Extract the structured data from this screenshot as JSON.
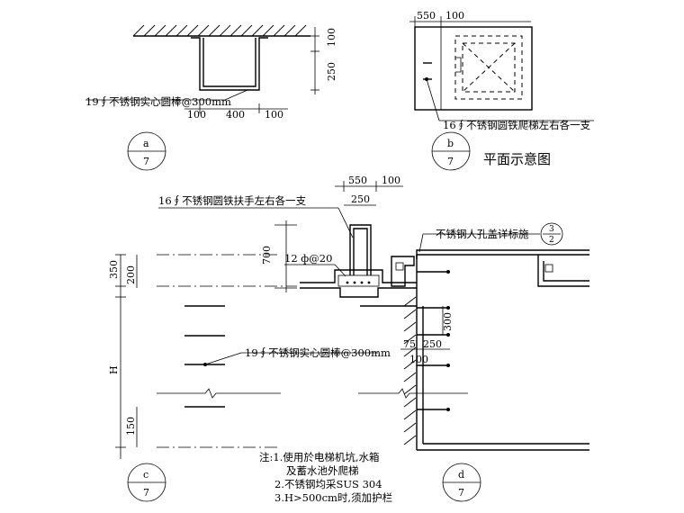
{
  "view_a": {
    "dims_right": [
      "100",
      "250"
    ],
    "dims_bottom": [
      "100",
      "400",
      "100"
    ],
    "note": "19∮不锈钢实心圆棒@300mm",
    "marker_top": "a",
    "marker_bottom": "7"
  },
  "view_b": {
    "dims_top": [
      "550",
      "100"
    ],
    "note": "16∮不锈钢圆铁爬梯左右各一支",
    "marker_top": "b",
    "marker_bottom": "7",
    "caption": "平面示意图"
  },
  "view_c": {
    "dims_top": [
      "550",
      "100",
      "250"
    ],
    "note_handrail": "16∮不锈钢圆铁扶手左右各一支",
    "rebar": "12 ф@20",
    "dim_700": "700",
    "dims_left": [
      "350",
      "200",
      "H",
      "150"
    ],
    "note_rung": "19∮不锈钢实心圆棒@300mm",
    "marker_top": "c",
    "marker_bottom": "7"
  },
  "view_d": {
    "manhole_note": "不锈钢人孔盖详标施",
    "detail_ref_top": "3",
    "detail_ref_bottom": "2",
    "dims": [
      "300",
      "75",
      "250",
      "100"
    ],
    "marker_top": "d",
    "marker_bottom": "7"
  },
  "notes": [
    "注:1.使用於电梯机坑,水箱",
    "及蓄水池外爬梯",
    "2.不锈钢均采SUS 304",
    "3.H>500cm时,须加护栏"
  ]
}
